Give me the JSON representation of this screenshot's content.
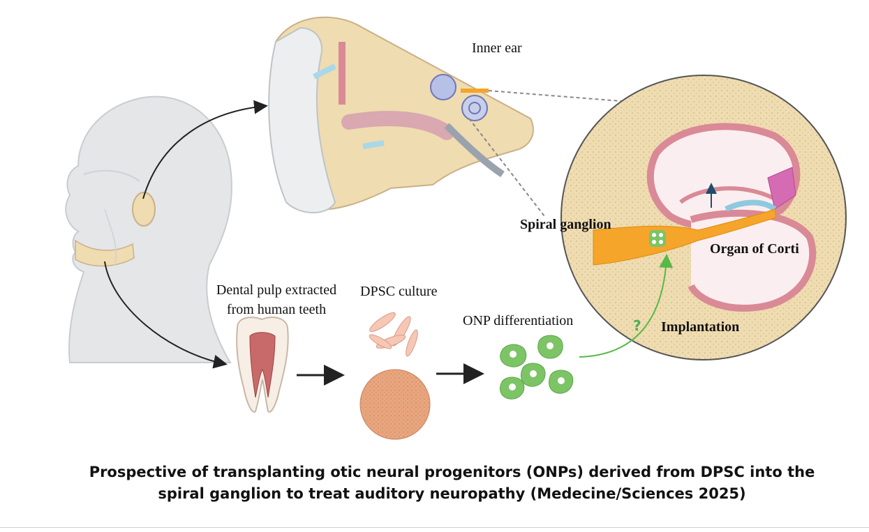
{
  "labels": {
    "inner_ear": "Inner ear",
    "spiral_ganglion": "Spiral ganglion",
    "organ_of_corti": "Organ of Corti",
    "implantation": "Implantation",
    "question_mark": "?",
    "dental_pulp_line1": "Dental pulp extracted",
    "dental_pulp_line2": "from human teeth",
    "dpsc_culture": "DPSC culture",
    "onp_differentiation": "ONP differentiation"
  },
  "caption": {
    "line1": "Prospective  of transplanting otic neural progenitors (ONPs) derived from DPSC into the",
    "line2": "spiral ganglion to treat auditory neuropathy (Medecine/Sciences 2025)"
  },
  "colors": {
    "bone": "#efdcb0",
    "cochlea_pink": "#d98a96",
    "nerve_orange": "#f4a52a",
    "cell_green": "#7dc466",
    "culture_orange": "#e8a67f",
    "head_gray": "#e4e6e8",
    "arrow_green": "#57b947"
  }
}
